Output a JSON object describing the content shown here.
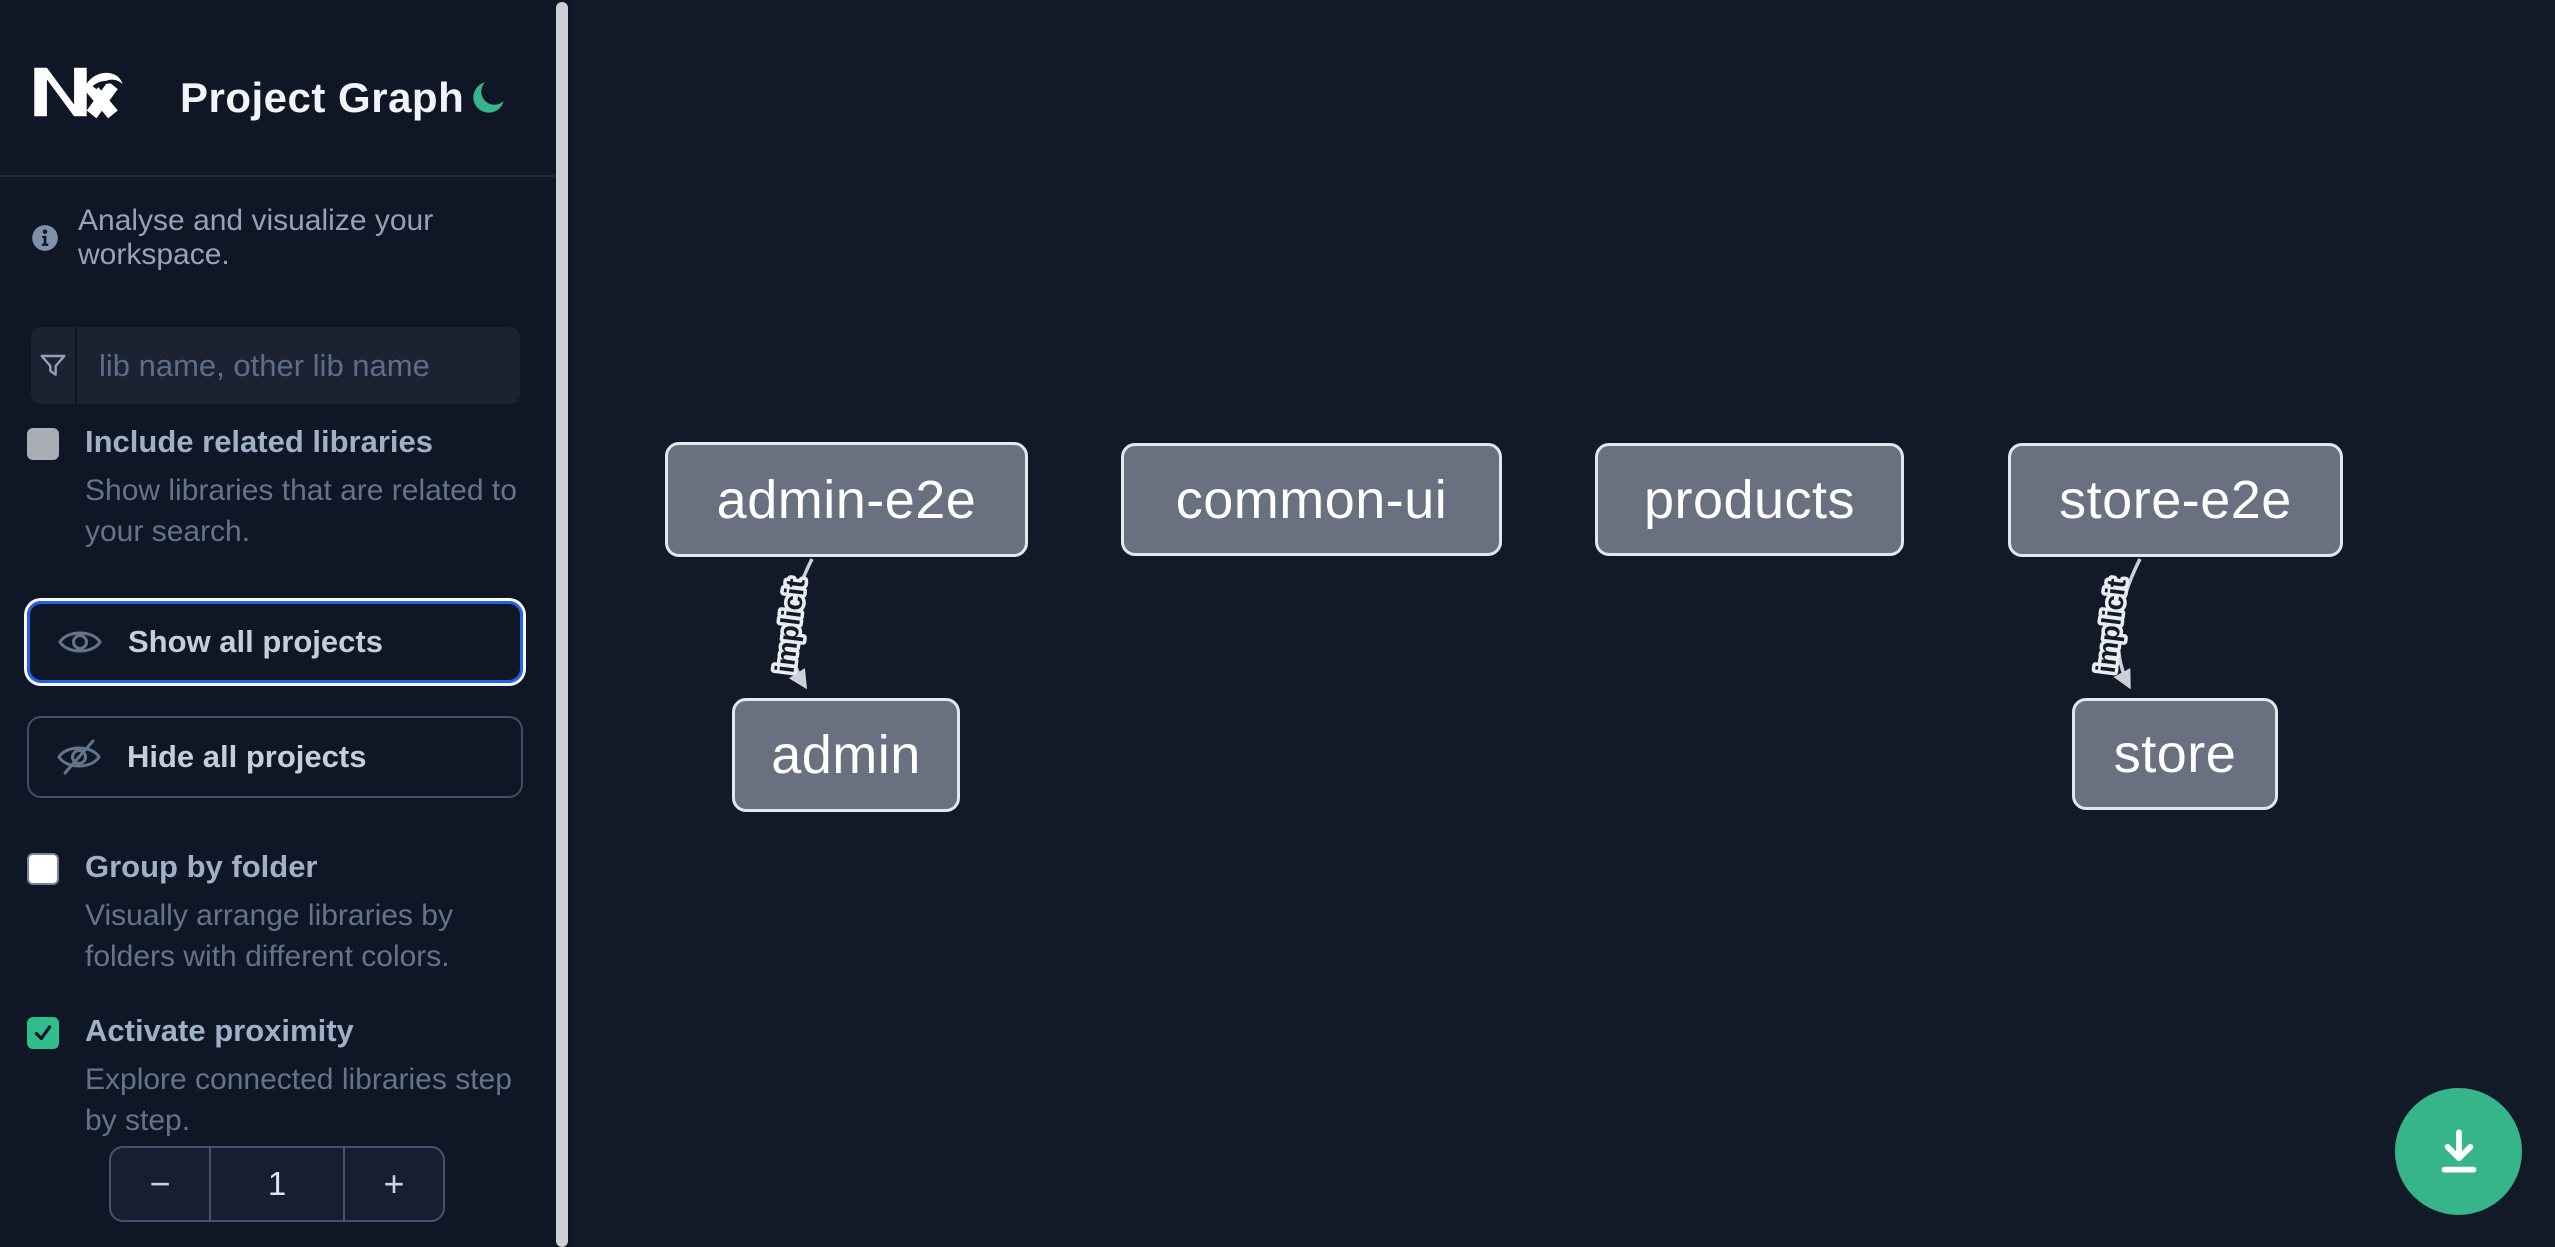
{
  "header": {
    "app_name": "Nx",
    "title": "Project Graph"
  },
  "intro": {
    "text": "Analyse and visualize your workspace."
  },
  "search": {
    "placeholder": "lib name, other lib name",
    "value": ""
  },
  "options": {
    "include_related": {
      "title": "Include related libraries",
      "description": "Show libraries that are related to your search.",
      "checked": false,
      "disabled": true
    },
    "group_by_folder": {
      "title": "Group by folder",
      "description": "Visually arrange libraries by folders with different colors.",
      "checked": false
    },
    "activate_proximity": {
      "title": "Activate proximity",
      "description": "Explore connected libraries step by step.",
      "checked": true
    }
  },
  "actions": {
    "show_all": {
      "label": "Show all projects",
      "icon": "eye-icon",
      "focused": true
    },
    "hide_all": {
      "label": "Hide all projects",
      "icon": "eye-off-icon"
    }
  },
  "proximity_stepper": {
    "decrement": "−",
    "value": "1",
    "increment": "+"
  },
  "graph": {
    "nodes": [
      {
        "id": "admin-e2e",
        "label": "admin-e2e"
      },
      {
        "id": "common-ui",
        "label": "common-ui"
      },
      {
        "id": "products",
        "label": "products"
      },
      {
        "id": "store-e2e",
        "label": "store-e2e"
      },
      {
        "id": "admin",
        "label": "admin"
      },
      {
        "id": "store",
        "label": "store"
      }
    ],
    "edges": [
      {
        "source": "admin-e2e",
        "target": "admin",
        "label": "implicit"
      },
      {
        "source": "store-e2e",
        "target": "store",
        "label": "implicit"
      }
    ]
  },
  "fab": {
    "icon": "download-icon"
  },
  "colors": {
    "accent_green": "#36b58a",
    "focus_blue": "#2563eb",
    "sidebar_bg": "#0f1625",
    "canvas_bg": "#121a29",
    "node_fill": "#697180",
    "node_border": "#e3e6ea",
    "edge": "#ccd1d8",
    "checkbox_checked": "#2fbe8b"
  }
}
